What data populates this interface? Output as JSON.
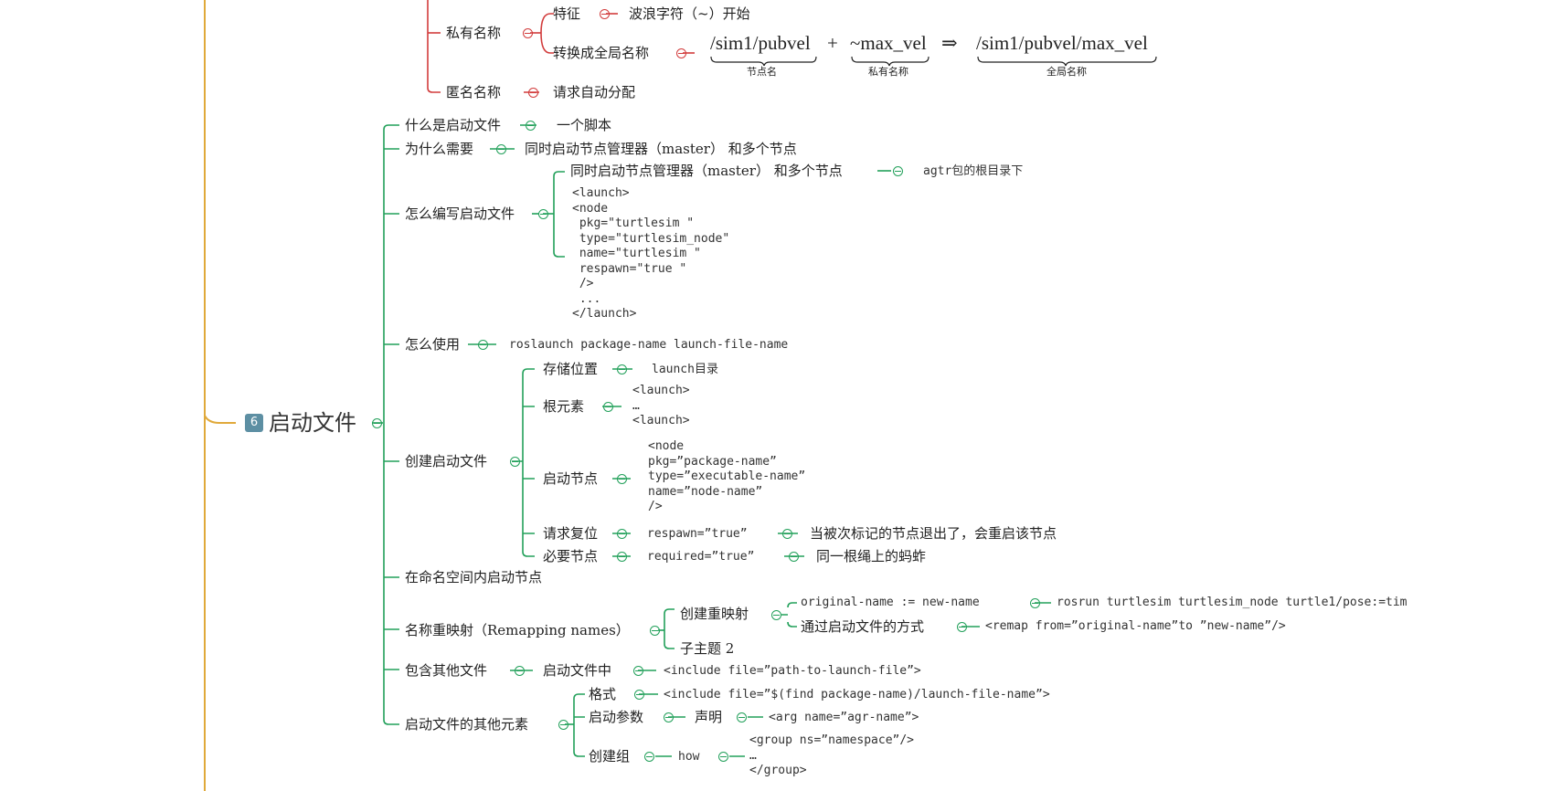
{
  "colors": {
    "trunk": "#e0a93a",
    "green": "#22a05a",
    "red": "#d23c3c",
    "badge": "#5d8fa3"
  },
  "red_section": {
    "private_name": "私有名称",
    "feature": "特征",
    "feature_value": "波浪字符（~）开始",
    "convert": "转换成全局名称",
    "anonymous": "匿名名称",
    "anonymous_value": "请求自动分配",
    "equation": {
      "node_name": "/sim1/pubvel",
      "node_label": "节点名",
      "plus": "+",
      "private": "~max_vel",
      "private_label": "私有名称",
      "implies": "⇒",
      "global": "/sim1/pubvel/max_vel",
      "global_label": "全局名称"
    }
  },
  "main_topic": {
    "number": "6",
    "title": "启动文件"
  },
  "branches": {
    "what": {
      "label": "什么是启动文件",
      "value": "一个脚本"
    },
    "why": {
      "label": "为什么需要",
      "value": "同时启动节点管理器（master） 和多个节点"
    },
    "how_write": {
      "label": "怎么编写启动文件",
      "item1": "同时启动节点管理器（master） 和多个节点",
      "item1_value": "agtr包的根目录下",
      "code": "<launch>\n<node\n pkg=\"turtlesim \"\n type=\"turtlesim_node\"\n name=\"turtlesim \"\n respawn=\"true \"\n />\n ...\n</launch>"
    },
    "how_use": {
      "label": "怎么使用",
      "value": "roslaunch package-name launch-file-name"
    },
    "create": {
      "label": "创建启动文件",
      "storage": "存储位置",
      "storage_value": "launch目录",
      "root": "根元素",
      "root_code": "<launch>\n…\n<launch>",
      "start_node": "启动节点",
      "start_node_code": "<node\npkg=”package-name”\ntype=”executable-name”\nname=”node-name”\n/>",
      "respawn": "请求复位",
      "respawn_code": "respawn=”true”",
      "respawn_note": "当被次标记的节点退出了，会重启该节点",
      "required": "必要节点",
      "required_code": "required=”true”",
      "required_note": "同一根绳上的蚂蚱"
    },
    "namespace": {
      "label": "在命名空间内启动节点"
    },
    "remap": {
      "label": "名称重映射（Remapping names）",
      "create": "创建重映射",
      "orig": "original-name := new-name",
      "orig_value": "rosrun turtlesim turtlesim_node turtle1/pose:=tim",
      "via_file": "通过启动文件的方式",
      "via_file_value": "<remap from=”original-name”to ”new-name”/>",
      "subtopic": "子主题 2"
    },
    "include": {
      "label": "包含其他文件",
      "in_file": "启动文件中",
      "value": "<include file=”path-to-launch-file”>"
    },
    "others": {
      "label": "启动文件的其他元素",
      "format": "格式",
      "format_value": "<include file=”$(find package-name)/launch-file-name”>",
      "args": "启动参数",
      "declare": "声明",
      "declare_value": "<arg name=”agr-name”>",
      "group": "创建组",
      "how": "how",
      "group_code": "<group ns=”namespace”/>\n…\n</group>"
    }
  }
}
